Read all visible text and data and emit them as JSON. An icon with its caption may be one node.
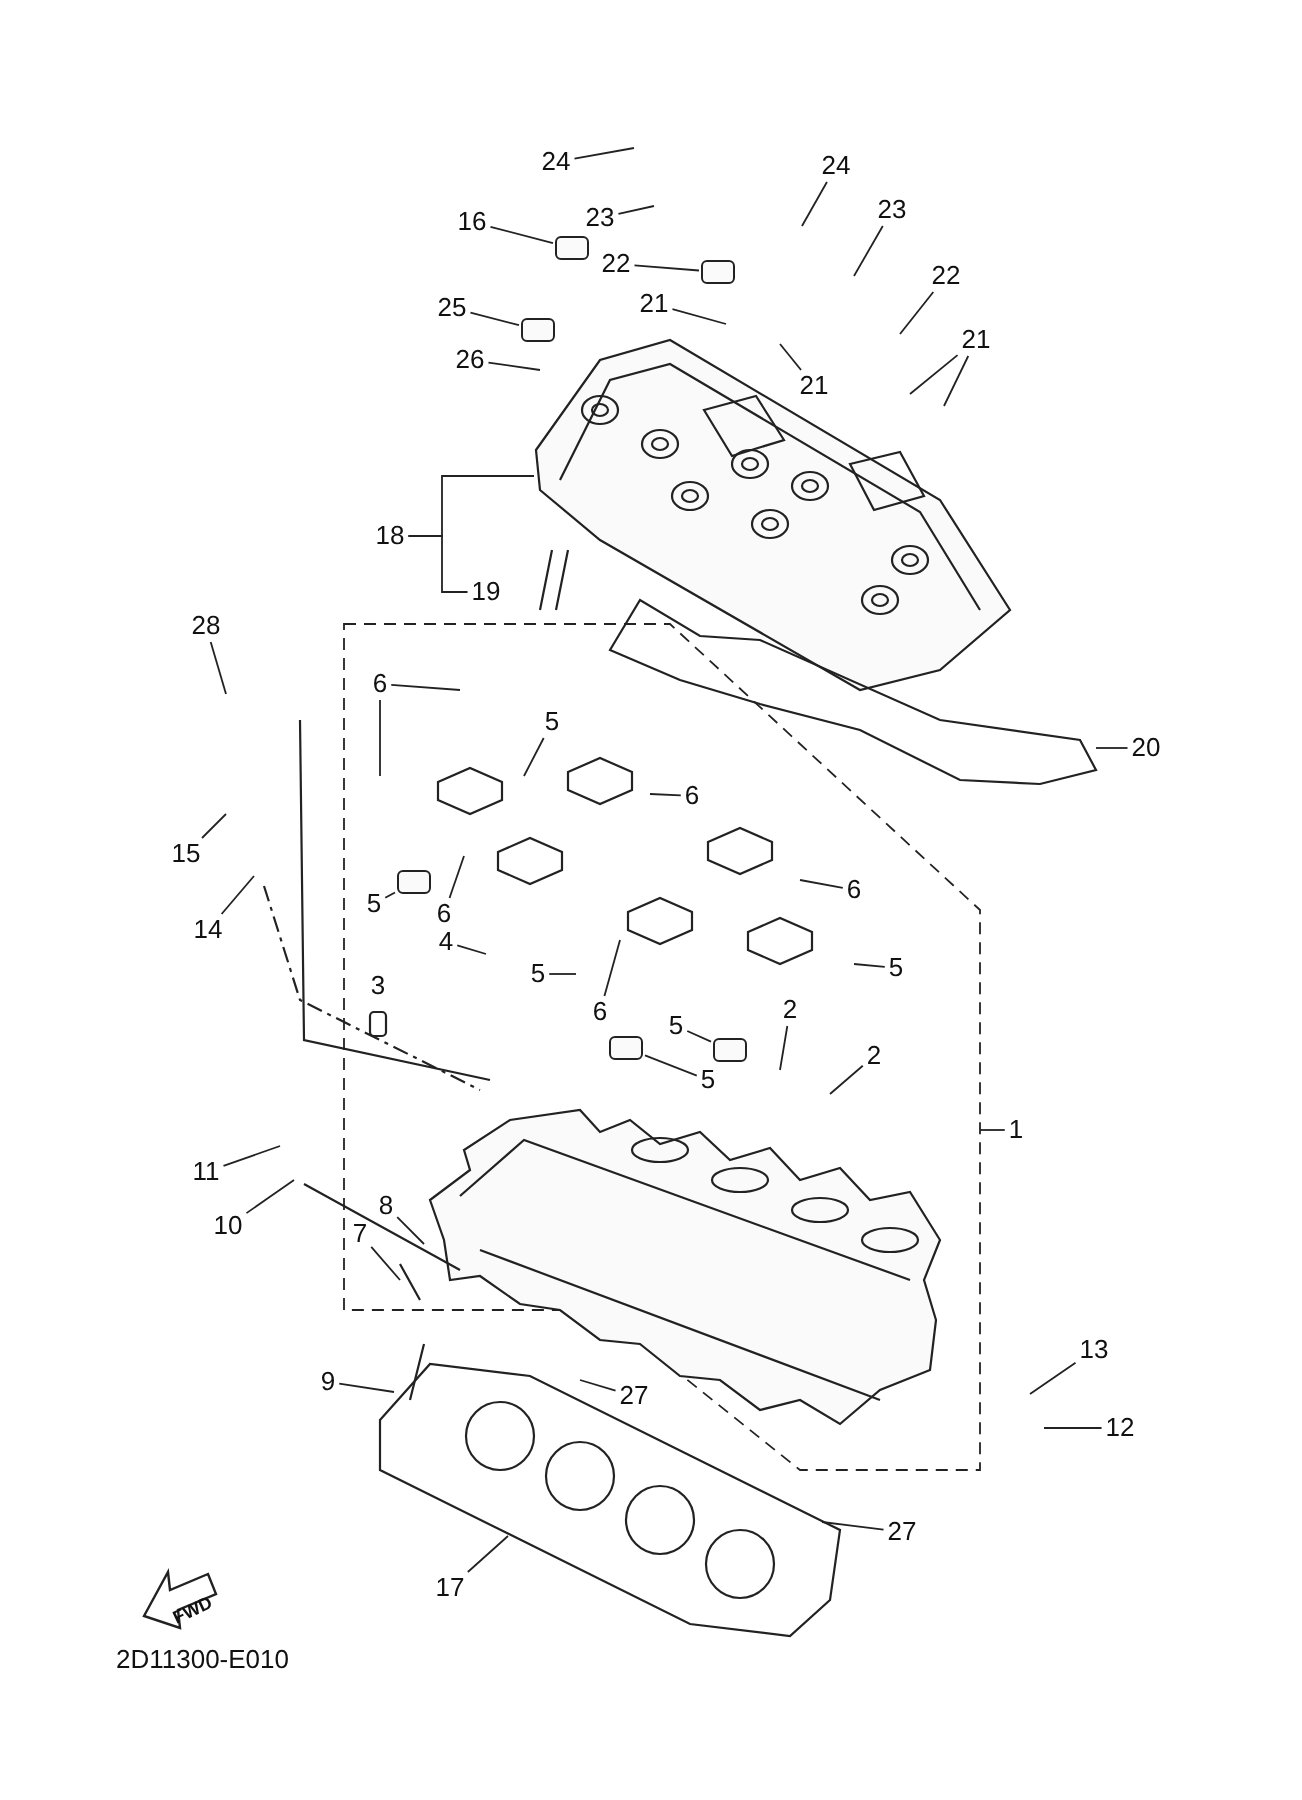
{
  "diagram": {
    "nodes": [
      {
        "text": [
          "24"
        ]
      },
      {
        "text": [
          "24"
        ]
      },
      {
        "text": [
          "23"
        ]
      },
      {
        "text": [
          "23"
        ]
      },
      {
        "text": [
          "16"
        ]
      },
      {
        "text": [
          "22"
        ]
      },
      {
        "text": [
          "22"
        ]
      },
      {
        "text": [
          "21"
        ]
      },
      {
        "text": [
          "25"
        ]
      },
      {
        "text": [
          "21"
        ]
      },
      {
        "text": [
          "26"
        ]
      },
      {
        "text": [
          "21"
        ]
      },
      {
        "text": [
          "18"
        ]
      },
      {
        "text": [
          "19"
        ]
      },
      {
        "text": [
          "28"
        ]
      },
      {
        "text": [
          "6"
        ]
      },
      {
        "text": [
          "5"
        ]
      },
      {
        "text": [
          "20"
        ]
      },
      {
        "text": [
          "6"
        ]
      },
      {
        "text": [
          "15"
        ]
      },
      {
        "text": [
          "6"
        ]
      },
      {
        "text": [
          "5"
        ]
      },
      {
        "text": [
          "6"
        ]
      },
      {
        "text": [
          "14"
        ]
      },
      {
        "text": [
          "4"
        ]
      },
      {
        "text": [
          "5"
        ]
      },
      {
        "text": [
          "5"
        ]
      },
      {
        "text": [
          "3"
        ]
      },
      {
        "text": [
          "2"
        ]
      },
      {
        "text": [
          "6"
        ]
      },
      {
        "text": [
          "5"
        ]
      },
      {
        "text": [
          "2"
        ]
      },
      {
        "text": [
          "5"
        ]
      },
      {
        "text": [
          "1"
        ]
      },
      {
        "text": [
          "11"
        ]
      },
      {
        "text": [
          "8"
        ]
      },
      {
        "text": [
          "10"
        ]
      },
      {
        "text": [
          "7"
        ]
      },
      {
        "text": [
          "13"
        ]
      },
      {
        "text": [
          "9"
        ]
      },
      {
        "text": [
          "27"
        ]
      },
      {
        "text": [
          "12"
        ]
      },
      {
        "text": [
          "27"
        ]
      },
      {
        "text": [
          "17"
        ]
      },
      {
        "text": [],
        "shape": "box"
      },
      {
        "text": [],
        "shape": "box"
      },
      {
        "text": [],
        "shape": "box"
      },
      {
        "text": [],
        "shape": "box"
      },
      {
        "text": [],
        "shape": "box"
      },
      {
        "text": [],
        "shape": "box"
      }
    ],
    "edges": [
      {
        "from": 0,
        "to": null,
        "arrow": "none"
      },
      {
        "from": 1,
        "to": null,
        "arrow": "none"
      },
      {
        "from": 2,
        "to": null,
        "arrow": "none"
      },
      {
        "from": 3,
        "to": null,
        "arrow": "none"
      },
      {
        "from": 4,
        "to": 44,
        "arrow": "none"
      },
      {
        "from": 5,
        "to": 45,
        "arrow": "none"
      },
      {
        "from": 6,
        "to": null,
        "arrow": "none"
      },
      {
        "from": 7,
        "to": null,
        "arrow": "none"
      },
      {
        "from": 8,
        "to": 46,
        "arrow": "none"
      },
      {
        "from": 9,
        "to": null,
        "arrow": "none"
      },
      {
        "from": 9,
        "to": null,
        "arrow": "none"
      },
      {
        "from": 10,
        "to": null,
        "arrow": "none"
      },
      {
        "from": 11,
        "to": null,
        "arrow": "none"
      },
      {
        "from": 12,
        "to": null,
        "arrow": "none"
      },
      {
        "from": 12,
        "to": 13,
        "arrow": "none"
      },
      {
        "from": 14,
        "to": null,
        "arrow": "none"
      },
      {
        "from": 15,
        "to": null,
        "arrow": "none"
      },
      {
        "from": 15,
        "to": null,
        "arrow": "none"
      },
      {
        "from": 16,
        "to": null,
        "arrow": "none"
      },
      {
        "from": 17,
        "to": null,
        "arrow": "none"
      },
      {
        "from": 18,
        "to": null,
        "arrow": "none"
      },
      {
        "from": 19,
        "to": null,
        "arrow": "none"
      },
      {
        "from": 20,
        "to": null,
        "arrow": "none"
      },
      {
        "from": 21,
        "to": 47,
        "arrow": "none"
      },
      {
        "from": 22,
        "to": null,
        "arrow": "none"
      },
      {
        "from": 23,
        "to": null,
        "arrow": "none"
      },
      {
        "from": 24,
        "to": null,
        "arrow": "none"
      },
      {
        "from": 25,
        "to": null,
        "arrow": "none"
      },
      {
        "from": 26,
        "to": null,
        "arrow": "none"
      },
      {
        "from": 28,
        "to": null,
        "arrow": "none"
      },
      {
        "from": 29,
        "to": null,
        "arrow": "none"
      },
      {
        "from": 30,
        "to": 48,
        "arrow": "none"
      },
      {
        "from": 31,
        "to": null,
        "arrow": "none"
      },
      {
        "from": 32,
        "to": 49,
        "arrow": "none"
      },
      {
        "from": 33,
        "to": null,
        "arrow": "none"
      },
      {
        "from": 34,
        "to": null,
        "arrow": "none"
      },
      {
        "from": 35,
        "to": null,
        "arrow": "none"
      },
      {
        "from": 36,
        "to": null,
        "arrow": "none"
      },
      {
        "from": 37,
        "to": null,
        "arrow": "none"
      },
      {
        "from": 38,
        "to": null,
        "arrow": "none"
      },
      {
        "from": 39,
        "to": null,
        "arrow": "none"
      },
      {
        "from": 40,
        "to": null,
        "arrow": "none"
      },
      {
        "from": 41,
        "to": null,
        "arrow": "none"
      },
      {
        "from": 42,
        "to": null,
        "arrow": "none"
      },
      {
        "from": 43,
        "to": null,
        "arrow": "none"
      }
    ],
    "labels": [
      "FWD",
      "2D11300-E010"
    ]
  }
}
